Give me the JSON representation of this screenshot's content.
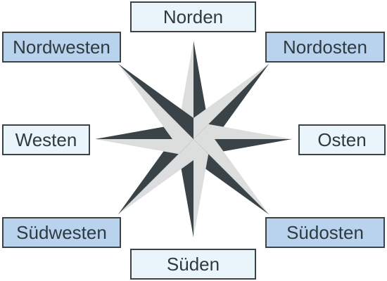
{
  "directions": {
    "north": "Norden",
    "northeast": "Nordosten",
    "east": "Osten",
    "southeast": "Südosten",
    "south": "Süden",
    "southwest": "Südwesten",
    "west": "Westen",
    "northwest": "Nordwesten"
  },
  "colors": {
    "dark": "#3a4448",
    "light": "#dcdddd",
    "cardinal_fill": "#e9f4fb",
    "intercardinal_fill": "#b9d3ef"
  }
}
